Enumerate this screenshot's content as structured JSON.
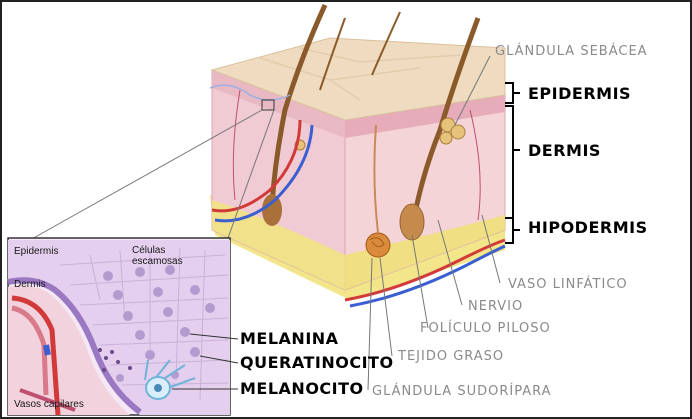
{
  "labels": {
    "glandula_sebacea": "GLÁNDULA SEBÁCEA",
    "epidermis": "EPIDERMIS",
    "dermis": "DERMIS",
    "hipodermis": "HIPODERMIS",
    "vaso_linfatico": "VASO LINFÁTICO",
    "nervio": "NERVIO",
    "foliculo_piloso": "FOLÍCULO PILOSO",
    "tejido_graso": "TEJIDO GRASO",
    "glandula_sudoripara": "GLÁNDULA SUDORÍPARA",
    "melanina": "MELANINA",
    "queratinocito": "QUERATINOCITO",
    "melanocito": "MELANOCITO"
  },
  "inset": {
    "epidermis": "Epidermis",
    "celulas_escamosas": "Células escamosas",
    "dermis": "Dermis",
    "vasos_capilares": "Vasos capilares"
  },
  "colors": {
    "skin_top": "#efdcc0",
    "dermis": "#f3cdd2",
    "fat": "#f2e58a",
    "artery": "#d23a3a",
    "vein": "#3a5fd0",
    "hair": "#8a5a2a",
    "inset_bg": "#e7d9ec",
    "cell": "#b8a2cf"
  }
}
